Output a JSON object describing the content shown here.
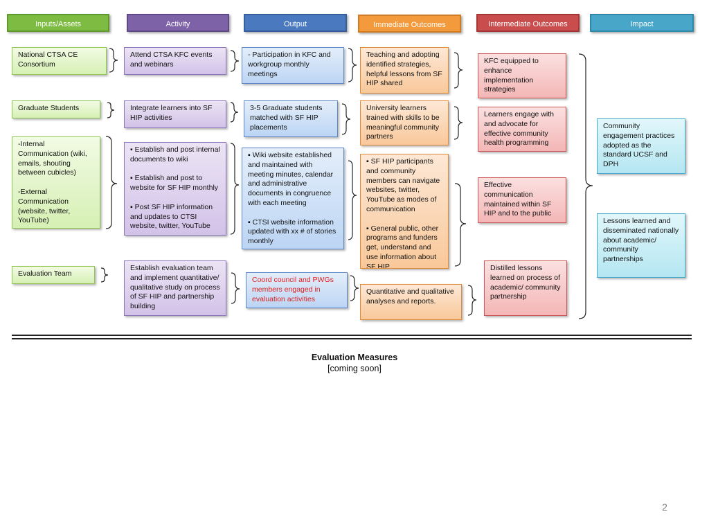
{
  "headers": {
    "inputs": "Inputs/Assets",
    "activity": "Activity",
    "output": "Output",
    "immediate": "Immediate Outcomes",
    "intermediate": "Intermediate Outcomes",
    "impact": "Impact"
  },
  "colors": {
    "inputs": "#7dbb42",
    "activity": "#7d62a8",
    "output": "#4b79bf",
    "immediate": "#f39a3c",
    "intermediate": "#c94d4d",
    "impact": "#48a7c9"
  },
  "inputs": {
    "ctsa": "National CTSA CE Consortium",
    "grad": "Graduate Students",
    "comm": "-Internal Communication (wiki, emails, shouting between cubicles)\n\n-External Communication (website, twitter, YouTube)",
    "eval": "Evaluation Team"
  },
  "activity": {
    "kfc": "Attend CTSA KFC events and webinars",
    "integrate": "Integrate learners into SF HIP activities",
    "comm": "▪ Establish and post internal documents to wiki\n\n▪ Establish and post to website for SF HIP monthly\n\n▪ Post SF HIP information and updates to CTSI website, twitter, YouTube",
    "eval": "Establish evaluation team and implement quantitative/ qualitative study on process of SF HIP and partnership building"
  },
  "output": {
    "kfc": "- Participation in KFC and workgroup monthly meetings",
    "grad": "3-5 Graduate students matched with SF HIP placements",
    "wiki": "▪ Wiki website established and maintained with meeting minutes, calendar and administrative documents in congruence with each meeting\n\n▪ CTSI website information updated with xx # of stories monthly",
    "coord": "Coord council and PWGs members  engaged in evaluation activities"
  },
  "immediate": {
    "teach": "Teaching and adopting identified strategies, helpful lessons from SF HIP shared",
    "univ": "University learners trained with skills to be meaningful community partners",
    "sfhip": "▪ SF HIP participants and community members can navigate websites, twitter, YouTube as modes of communication\n\n▪ General public, other programs and funders get, understand and use information about SF HIP",
    "quant": "Quantitative and qualitative analyses and reports."
  },
  "intermediate": {
    "kfc": "KFC equipped to enhance implementation strategies",
    "learners": "Learners engage with and advocate for effective community health programming",
    "comm": "Effective communication maintained within SF HIP and to the public",
    "lessons": "Distilled lessons learned on process of academic/ community partnership"
  },
  "impact": {
    "practices": "Community engagement practices adopted as the standard UCSF and DPH",
    "lessons": "Lessons learned and disseminated nationally\nabout academic/ community partnerships"
  },
  "evaluation": {
    "title": "Evaluation Measures",
    "subtitle": "[coming soon]"
  },
  "page_number": "2"
}
